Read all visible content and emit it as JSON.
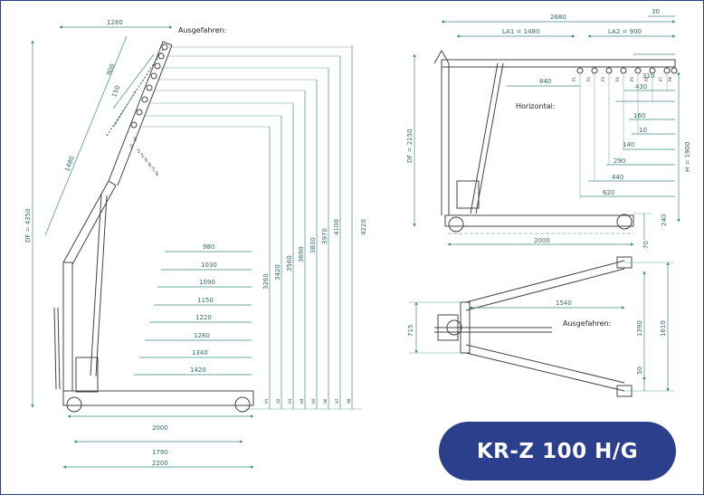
{
  "colors": {
    "frame": "#2b3f8c",
    "badge": "#2b3f8c",
    "badge_text": "#ffffff",
    "dim_line": "#3f8a83",
    "dim_text": "#2f6b66",
    "part": "#444444"
  },
  "badge": {
    "model": "KR-Z 100 H/G"
  },
  "side_view": {
    "label": "Ausgefahren:",
    "top_width": "1280",
    "arm_900": "900",
    "arm_150": "150",
    "arm_1480": "1480",
    "df": "DF = 4350",
    "points": [
      "P1",
      "P2",
      "P3",
      "P4",
      "P5",
      "P6",
      "P7",
      "P8"
    ],
    "reach": [
      "980",
      "1030",
      "1090",
      "1150",
      "1220",
      "1280",
      "1340",
      "1420"
    ],
    "heights": [
      "3260",
      "3420",
      "3560",
      "3690",
      "3830",
      "3970",
      "4100",
      "4220"
    ],
    "height_points": [
      "H1",
      "H2",
      "H3",
      "H4",
      "H5",
      "H6",
      "H7",
      "H8"
    ],
    "base": [
      "2000",
      "1790",
      "2200"
    ]
  },
  "horizontal_view": {
    "label": "Horizontal:",
    "total": "2680",
    "la1": "LA1 = 1480",
    "la2": "LA2 = 900",
    "mid": "840",
    "df": "DF = 2150",
    "h": "H = 1900",
    "points": [
      "P1",
      "P2",
      "P3",
      "P4",
      "P5",
      "P6",
      "P7",
      "P8"
    ],
    "reach": [
      "30",
      "310",
      "430",
      "160",
      "10",
      "140",
      "290",
      "440",
      "620"
    ],
    "base": "2000",
    "h240": "240",
    "h70": "70"
  },
  "top_view": {
    "label": "Ausgefahren:",
    "len": "1540",
    "w715": "715",
    "w1390": "1390",
    "w1610": "1610",
    "w50": "50"
  }
}
